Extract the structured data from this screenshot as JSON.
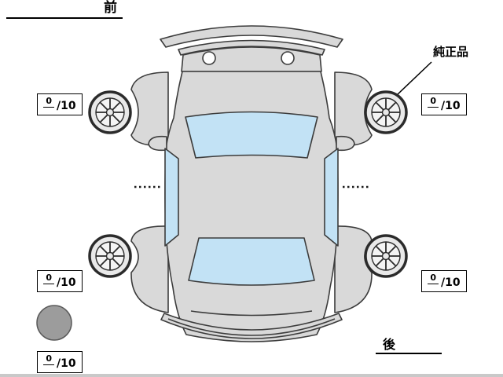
{
  "labels": {
    "front": "前",
    "rear": "後",
    "genuine_part": "純正品"
  },
  "tire_scores": {
    "front_left": {
      "value": "0",
      "denominator": "/10"
    },
    "front_right": {
      "value": "0",
      "denominator": "/10"
    },
    "rear_left": {
      "value": "0",
      "denominator": "/10"
    },
    "rear_right": {
      "value": "0",
      "denominator": "/10"
    },
    "spare": {
      "value": "0",
      "denominator": "/10"
    }
  },
  "colors": {
    "car_body": "#d9d9d9",
    "glass": "#c2e2f5",
    "spare_tire": "#9c9c9c",
    "outline": "#3c3c3c"
  }
}
